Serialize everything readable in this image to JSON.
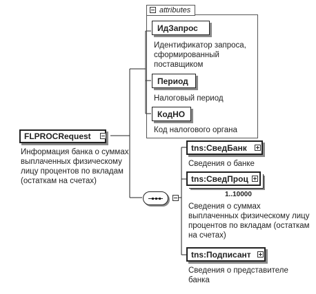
{
  "root": {
    "name": "FLPROCRequest",
    "description": "Информация банка о суммах выплаченных физическому лицу процентов по вкладам (остаткам на счетах)"
  },
  "attributes": {
    "tab_label": "attributes",
    "items": [
      {
        "name": "ИдЗапрос",
        "description": "Идентификатор запроса, сформированный поставщиком"
      },
      {
        "name": "Период",
        "description": "Налоговый период"
      },
      {
        "name": "КодНО",
        "description": "Код налогового органа"
      }
    ]
  },
  "sequence": {
    "children": [
      {
        "name": "tns:СведБанк",
        "description": "Сведения о банке",
        "occurrence": ""
      },
      {
        "name": "tns:СведПроц",
        "description": "Сведения о суммах выплаченных физическому лицу процентов по вкладам (остаткам на счетах)",
        "occurrence": "1..10000"
      },
      {
        "name": "tns:Подписант",
        "description": "Сведения о представителе банка",
        "occurrence": ""
      }
    ]
  }
}
